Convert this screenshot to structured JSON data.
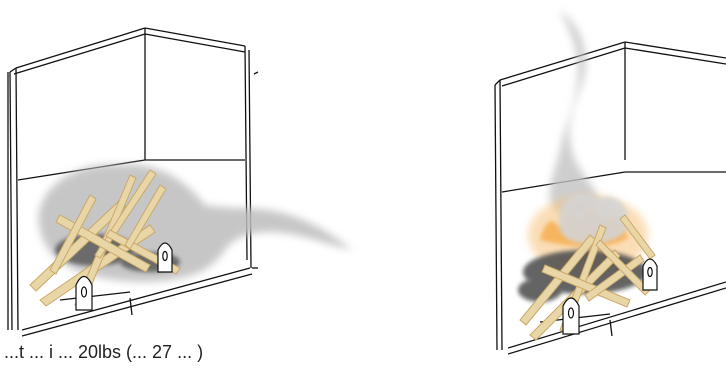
{
  "caption": "...t ... i ... 20lbs (... 27 ... )",
  "panels": [
    {
      "name": "left-fireplace",
      "state": "smoke-drifting-out"
    },
    {
      "name": "right-fireplace",
      "state": "smoke-rising-up-chimney"
    }
  ],
  "colors": {
    "outline": "#111111",
    "smoke": "#b8b8b8",
    "wood": "#e9d6a6",
    "wood_edge": "#c9a86a",
    "flame": "#f5a742",
    "ash": "#4a4a4a",
    "andiron": "#ffffff"
  }
}
